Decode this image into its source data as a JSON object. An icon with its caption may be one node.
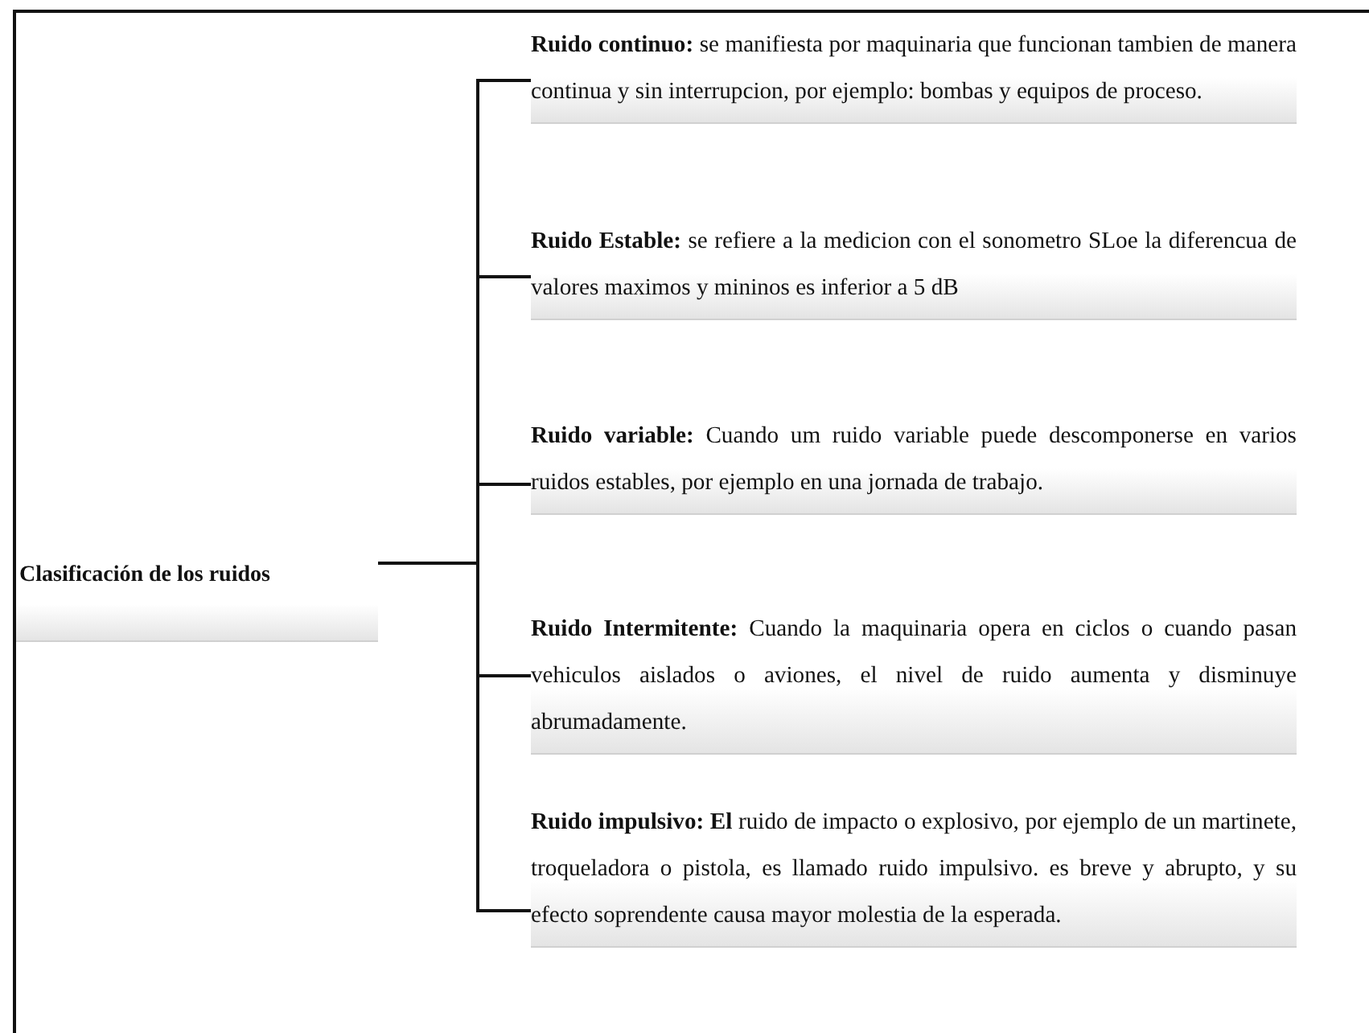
{
  "diagram": {
    "nodes": [
      {
        "text": [
          "Clasificación de los ruidos"
        ]
      },
      {
        "text": [
          "**Ruido continuo:** se manifiesta por maquinaria que funcionan tambien de manera continua y sin interrupcion, por ejemplo: bombas y equipos de proceso."
        ]
      },
      {
        "text": [
          "**Ruido Estable:** se refiere a la medicion con el sonometro SLoe la diferencua de valores  maximos y mininos es inferior a 5 dB"
        ]
      },
      {
        "text": [
          "**Ruido variable:** Cuando um ruido variable puede descomponerse en varios ruidos estables, por ejemplo en una jornada de trabajo."
        ]
      },
      {
        "text": [
          "**Ruido Intermitente:** Cuando la maquinaria opera en ciclos o cuando pasan vehiculos aislados o aviones, el nivel de ruido aumenta y disminuye abrumadamente."
        ]
      },
      {
        "text": [
          "**Ruido impulsivo: El** ruido de impacto o explosivo, por ejemplo de un martinete, troqueladora o pistola, es llamado ruido impulsivo. es breve y abrupto, y su efecto soprendente causa mayor molestia de la esperada."
        ]
      }
    ],
    "edges": [
      {
        "from": 0,
        "to": 1,
        "arrow": "none"
      },
      {
        "from": 0,
        "to": 2,
        "arrow": "none"
      },
      {
        "from": 0,
        "to": 3,
        "arrow": "none"
      },
      {
        "from": 0,
        "to": 4,
        "arrow": "none"
      },
      {
        "from": 0,
        "to": 5,
        "arrow": "none"
      }
    ]
  }
}
